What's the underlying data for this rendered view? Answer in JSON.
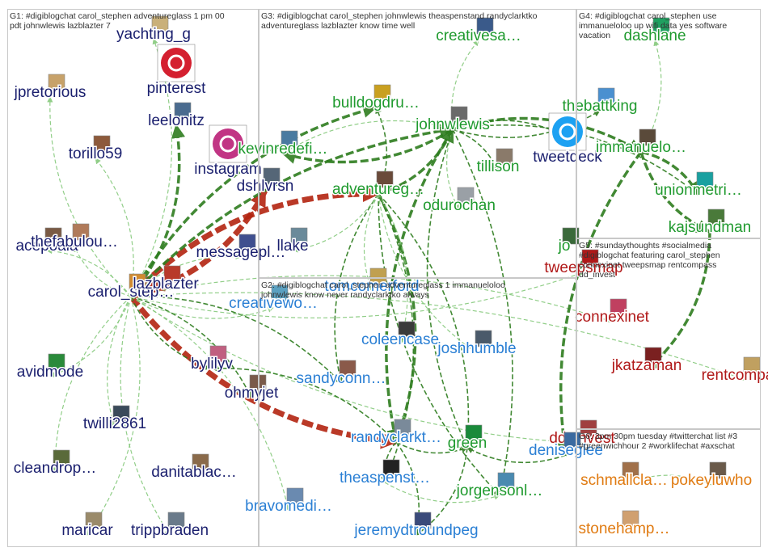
{
  "groups": [
    {
      "id": "G1",
      "title": "G1: #digiblogchat carol_stephen adventureglass 1 pm 00\npdt johnwlewis lazblazter 7"
    },
    {
      "id": "G2",
      "title": "G2: #digiblogchat carol_stephen adventureglass 1 immanueloloo\njohnwlewis know never randyclarktko always"
    },
    {
      "id": "G3",
      "title": "G3: #digiblogchat carol_stephen johnwlewis theaspenstand randyclarktko\nadventureglass lazblazter know time well"
    },
    {
      "id": "G4",
      "title": "G4: #digiblogchat carol_stephen use\nimmanueloloo up wifi data yes software\nvacation"
    },
    {
      "id": "G5",
      "title": "G5: #sundaythoughts #socialmedia\n#digiblogchat featuring carol_stephen\nconnexinet tweepsmap rentcompass\ndd_invest"
    },
    {
      "id": "G6",
      "title": "G6: 3pm 30pm tuesday #twitterchat list #3\n#greenwichhour 2 #worklifechat #axschat"
    }
  ],
  "colors": {
    "navy": "#1a1f6e",
    "green": "#1f9a2e",
    "blue": "#2a7fd4",
    "red": "#b01818",
    "orange": "#e07b12",
    "edge_green": "#2e7d1f",
    "edge_red": "#b32410",
    "edge_light": "#86c97c"
  },
  "nodes": [
    {
      "id": "yachting",
      "label": "yachting_g",
      "color": "navy"
    },
    {
      "id": "pinterest",
      "label": "pinterest",
      "color": "navy",
      "icon": "pinterest-icon"
    },
    {
      "id": "jpretorious",
      "label": "jpretorious",
      "color": "navy"
    },
    {
      "id": "leelonitz",
      "label": "leelonitz",
      "color": "navy"
    },
    {
      "id": "instagram",
      "label": "instagram",
      "color": "navy",
      "icon": "instagram-icon"
    },
    {
      "id": "torillo59",
      "label": "torillo59",
      "color": "navy"
    },
    {
      "id": "acepoala",
      "label": "acepoala",
      "color": "navy"
    },
    {
      "id": "thefabulous",
      "label": "thefabulou…",
      "color": "navy"
    },
    {
      "id": "carol",
      "label": "carol_step…",
      "color": "navy"
    },
    {
      "id": "lazblazter",
      "label": "lazblazter",
      "color": "navy"
    },
    {
      "id": "dshlvrsn",
      "label": "dshlvrsn",
      "color": "navy"
    },
    {
      "id": "messagepl",
      "label": "messagepl…",
      "color": "navy"
    },
    {
      "id": "llake",
      "label": "llake",
      "color": "navy"
    },
    {
      "id": "avidmode",
      "label": "avidmode",
      "color": "navy"
    },
    {
      "id": "bylilyv",
      "label": "bylilyv",
      "color": "navy"
    },
    {
      "id": "ohmyjet",
      "label": "ohmyjet",
      "color": "navy"
    },
    {
      "id": "twilli2861",
      "label": "twilli2861",
      "color": "navy"
    },
    {
      "id": "cleandrop",
      "label": "cleandrop…",
      "color": "navy"
    },
    {
      "id": "danitablac",
      "label": "danitablac…",
      "color": "navy"
    },
    {
      "id": "maricar",
      "label": "maricar",
      "color": "navy"
    },
    {
      "id": "trippbraden",
      "label": "trippbraden",
      "color": "navy"
    },
    {
      "id": "kevinredefi",
      "label": "kevinredefi…",
      "color": "green"
    },
    {
      "id": "creativesa",
      "label": "creativesa…",
      "color": "green"
    },
    {
      "id": "bulldogdru",
      "label": "bulldogdru…",
      "color": "green"
    },
    {
      "id": "johnwlewis",
      "label": "johnwlewis",
      "color": "green"
    },
    {
      "id": "tillison",
      "label": "tillison",
      "color": "green"
    },
    {
      "id": "adventureg",
      "label": "adventureg…",
      "color": "green"
    },
    {
      "id": "odurochan",
      "label": "odurochan",
      "color": "green"
    },
    {
      "id": "randyclarkt",
      "label": "randyclarkt…",
      "color": "blue"
    },
    {
      "id": "green",
      "label": "green",
      "color": "green"
    },
    {
      "id": "jorgensonl",
      "label": "jorgensonl…",
      "color": "green"
    },
    {
      "id": "dashlane",
      "label": "dashlane",
      "color": "green"
    },
    {
      "id": "thebattking",
      "label": "thebattking",
      "color": "green"
    },
    {
      "id": "tweetdeck",
      "label": "tweetdeck",
      "color": "navy",
      "icon": "twitter-icon"
    },
    {
      "id": "immanuelo",
      "label": "immanuelo…",
      "color": "green"
    },
    {
      "id": "unionmetri",
      "label": "unionmetri…",
      "color": "green"
    },
    {
      "id": "kajsundman",
      "label": "kajsundman",
      "color": "green"
    },
    {
      "id": "jo",
      "label": "jo",
      "color": "green"
    },
    {
      "id": "creativewo",
      "label": "creativewo…",
      "color": "blue"
    },
    {
      "id": "tomcomerford",
      "label": "tomcomerford",
      "color": "blue"
    },
    {
      "id": "coleencase",
      "label": "coleencase",
      "color": "blue"
    },
    {
      "id": "joshhumble",
      "label": "joshhumble",
      "color": "blue"
    },
    {
      "id": "sandyconn",
      "label": "sandyconn…",
      "color": "blue"
    },
    {
      "id": "theaspenst",
      "label": "theaspenst…",
      "color": "blue"
    },
    {
      "id": "bravomedi",
      "label": "bravomedi…",
      "color": "blue"
    },
    {
      "id": "jeremydtroundpeg",
      "label": "jeremydtroundpeg",
      "color": "blue"
    },
    {
      "id": "tweepsmap",
      "label": "tweepsmap",
      "color": "red"
    },
    {
      "id": "connexinet",
      "label": "connexinet",
      "color": "red"
    },
    {
      "id": "jkatzaman",
      "label": "jkatzaman",
      "color": "red"
    },
    {
      "id": "rentcompa",
      "label": "rentcompa…",
      "color": "red"
    },
    {
      "id": "dd_invest",
      "label": "dd_invest",
      "color": "red"
    },
    {
      "id": "deniseglee",
      "label": "deniseglee",
      "color": "blue"
    },
    {
      "id": "schmallcla",
      "label": "schmallcla…",
      "color": "orange"
    },
    {
      "id": "pokeyluwho",
      "label": "pokeyluwho",
      "color": "orange"
    },
    {
      "id": "stonehamp",
      "label": "stonehamp…",
      "color": "orange"
    }
  ]
}
